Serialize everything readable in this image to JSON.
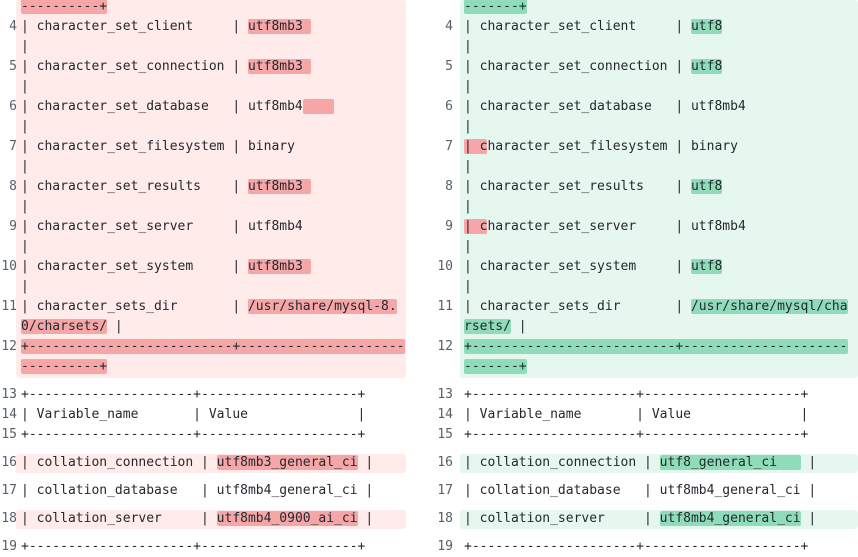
{
  "diff": {
    "left": {
      "rows": [
        {
          "n": "",
          "segs": [
            {
              "t": "----------+",
              "h": true
            }
          ]
        },
        {
          "n": "4",
          "segs": [
            {
              "t": "| character_set_client     | "
            },
            {
              "t": "utf8mb3 ",
              "h": true
            }
          ]
        },
        {
          "n": "",
          "segs": [
            {
              "t": "|"
            }
          ]
        },
        {
          "n": "5",
          "segs": [
            {
              "t": "| character_set_connection | "
            },
            {
              "t": "utf8mb3 ",
              "h": true
            }
          ]
        },
        {
          "n": "",
          "segs": [
            {
              "t": "|"
            }
          ]
        },
        {
          "n": "6",
          "segs": [
            {
              "t": "| character_set_database   | utf8mb4"
            },
            {
              "t": "    ",
              "h": true
            }
          ]
        },
        {
          "n": "",
          "segs": [
            {
              "t": "|"
            }
          ]
        },
        {
          "n": "7",
          "segs": [
            {
              "t": "| character_set_filesystem | binary"
            }
          ]
        },
        {
          "n": "",
          "segs": [
            {
              "t": "|"
            }
          ]
        },
        {
          "n": "8",
          "segs": [
            {
              "t": "| character_set_results    | "
            },
            {
              "t": "utf8mb3 ",
              "h": true
            }
          ]
        },
        {
          "n": "",
          "segs": [
            {
              "t": "|"
            }
          ]
        },
        {
          "n": "9",
          "segs": [
            {
              "t": "| character_set_server     | utf8mb4"
            }
          ]
        },
        {
          "n": "",
          "segs": [
            {
              "t": "|"
            }
          ]
        },
        {
          "n": "10",
          "segs": [
            {
              "t": "| character_set_system     | "
            },
            {
              "t": "utf8mb3 ",
              "h": true
            }
          ]
        },
        {
          "n": "",
          "segs": [
            {
              "t": "|"
            }
          ]
        },
        {
          "n": "11",
          "segs": [
            {
              "t": "| character_sets_dir       | "
            },
            {
              "t": "/usr/share/mysql-8.",
              "h": true
            }
          ]
        },
        {
          "n": "",
          "segs": [
            {
              "t": "0/charsets/",
              "h": true
            },
            {
              "t": " |"
            }
          ]
        },
        {
          "n": "12",
          "segs": [
            {
              "t": "+--------------------------+---------------------",
              "h": true
            }
          ]
        },
        {
          "n": "",
          "segs": [
            {
              "t": "----------+",
              "h": true
            }
          ]
        }
      ],
      "rows2": [
        {
          "n": "13",
          "segs": [
            {
              "t": "+---------------------+--------------------+"
            }
          ]
        },
        {
          "n": "14",
          "segs": [
            {
              "t": "| Variable_name       | Value              |"
            }
          ]
        },
        {
          "n": "15",
          "segs": [
            {
              "t": "+---------------------+--------------------+"
            }
          ]
        },
        {
          "n": "16",
          "segs": [
            {
              "t": "| collation_connection | "
            },
            {
              "t": "utf8mb3_general_ci",
              "h": true
            },
            {
              "t": " |"
            }
          ]
        },
        {
          "n": "17",
          "segs": [
            {
              "t": "| collation_database   | utf8mb4_general_ci |"
            }
          ]
        },
        {
          "n": "18",
          "segs": [
            {
              "t": "| collation_server     | "
            },
            {
              "t": "utf8mb4_0900_ai_ci",
              "h": true
            },
            {
              "t": " |"
            }
          ]
        },
        {
          "n": "19",
          "segs": [
            {
              "t": "+---------------------+--------------------+"
            }
          ]
        }
      ]
    },
    "right": {
      "rows": [
        {
          "n": "",
          "segs": [
            {
              "t": "-------+",
              "h": true
            }
          ]
        },
        {
          "n": "4",
          "segs": [
            {
              "t": "| character_set_client     | "
            },
            {
              "t": "utf8",
              "h": true
            }
          ]
        },
        {
          "n": "",
          "segs": [
            {
              "t": "|"
            }
          ]
        },
        {
          "n": "5",
          "segs": [
            {
              "t": "| character_set_connection | "
            },
            {
              "t": "utf8",
              "h": true
            }
          ]
        },
        {
          "n": "",
          "segs": [
            {
              "t": "|"
            }
          ]
        },
        {
          "n": "6",
          "segs": [
            {
              "t": "| character_set_database   | utf8mb4"
            }
          ]
        },
        {
          "n": "",
          "segs": [
            {
              "t": "|"
            }
          ]
        },
        {
          "n": "7",
          "segs": [
            {
              "t": "| c",
              "r": true
            },
            {
              "t": "haracter_set_filesystem | binary"
            }
          ]
        },
        {
          "n": "",
          "segs": [
            {
              "t": "|"
            }
          ]
        },
        {
          "n": "8",
          "segs": [
            {
              "t": "| character_set_results    | "
            },
            {
              "t": "utf8",
              "h": true
            }
          ]
        },
        {
          "n": "",
          "segs": [
            {
              "t": "|"
            }
          ]
        },
        {
          "n": "9",
          "segs": [
            {
              "t": "| c",
              "r": true
            },
            {
              "t": "haracter_set_server     | utf8mb4"
            }
          ]
        },
        {
          "n": "",
          "segs": [
            {
              "t": "|"
            }
          ]
        },
        {
          "n": "10",
          "segs": [
            {
              "t": "| character_set_system     | "
            },
            {
              "t": "utf8",
              "h": true
            }
          ]
        },
        {
          "n": "",
          "segs": [
            {
              "t": "|"
            }
          ]
        },
        {
          "n": "11",
          "segs": [
            {
              "t": "| character_sets_dir       | "
            },
            {
              "t": "/usr/share/mysql/cha",
              "h": true
            }
          ]
        },
        {
          "n": "",
          "segs": [
            {
              "t": "rsets/",
              "h": true
            },
            {
              "t": " |"
            }
          ]
        },
        {
          "n": "12",
          "segs": [
            {
              "t": "+--------------------------+---------------------",
              "h": true
            }
          ]
        },
        {
          "n": "",
          "segs": [
            {
              "t": "-------+",
              "h": true
            }
          ]
        }
      ],
      "rows2": [
        {
          "n": "13",
          "segs": [
            {
              "t": "+---------------------+--------------------+"
            }
          ]
        },
        {
          "n": "14",
          "segs": [
            {
              "t": "| Variable_name       | Value              |"
            }
          ]
        },
        {
          "n": "15",
          "segs": [
            {
              "t": "+---------------------+--------------------+"
            }
          ]
        },
        {
          "n": "16",
          "segs": [
            {
              "t": "| collation_connection | "
            },
            {
              "t": "utf8_general_ci   ",
              "h": true
            },
            {
              "t": " |"
            }
          ]
        },
        {
          "n": "17",
          "segs": [
            {
              "t": "| collation_database   | utf8mb4_general_ci |"
            }
          ]
        },
        {
          "n": "18",
          "segs": [
            {
              "t": "| collation_server     | "
            },
            {
              "t": "utf8mb4_general_ci",
              "h": true
            },
            {
              "t": " |"
            }
          ]
        },
        {
          "n": "19",
          "segs": [
            {
              "t": "+---------------------+--------------------+"
            }
          ]
        }
      ]
    }
  },
  "colors": {
    "left_bg": "#ffebe9",
    "left_hl": "#f6a6a6",
    "right_bg": "#e6f7ef",
    "right_hl": "#8fdcbb"
  }
}
